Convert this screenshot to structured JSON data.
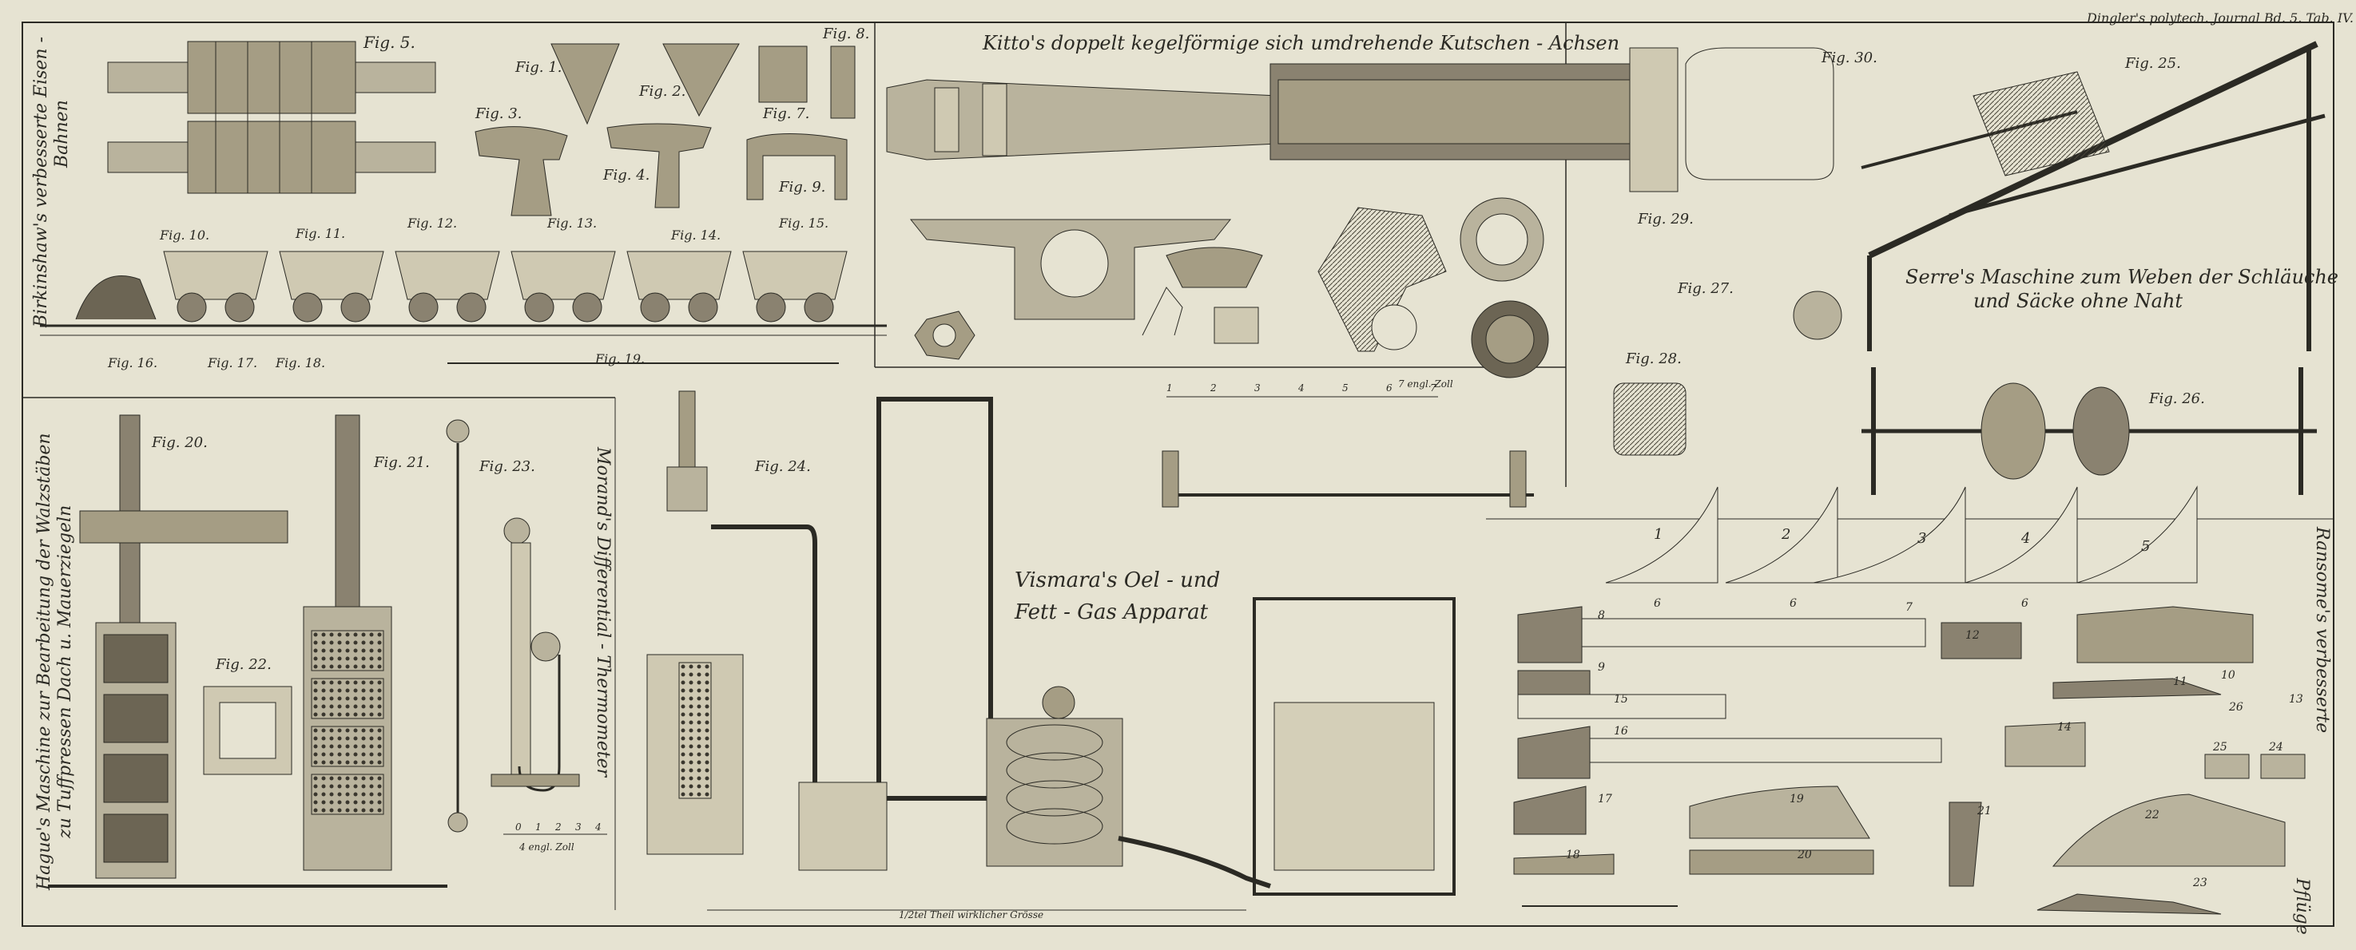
{
  "header": {
    "journal": "Dingler's polytech. Journal Bd. 5. Tab. IV."
  },
  "titles": {
    "kitto": "Kitto's doppelt kegelförmige sich umdrehende Kutschen - Achsen",
    "serre_line1": "Serre's Maschine zum Weben der Schläuche",
    "serre_line2": "und Säcke ohne Naht",
    "vismara_line1": "Vismara's Oel - und",
    "vismara_line2": "Fett - Gas Apparat",
    "morand": "Morand's Differential - Thermometer",
    "birkinshaw_line1": "Birkinshaw's verbesserte Eisen -",
    "birkinshaw_line2": "Bahnen",
    "hague_line1": "Hague's Maschine zur Bearbeitung der Walzstäben",
    "hague_line2": "zu Tuffpressen Dach u. Mauerziegeln",
    "ransome_line1": "Ransome's verbesserte",
    "ransome_line2": "Pflüge"
  },
  "figures": {
    "f1": "Fig. 1.",
    "f2": "Fig. 2.",
    "f3": "Fig. 3.",
    "f4": "Fig. 4.",
    "f5": "Fig. 5.",
    "f7": "Fig. 7.",
    "f8": "Fig. 8.",
    "f9": "Fig. 9.",
    "f10": "Fig. 10.",
    "f11": "Fig. 11.",
    "f12": "Fig. 12.",
    "f13": "Fig. 13.",
    "f14": "Fig. 14.",
    "f15": "Fig. 15.",
    "f16": "Fig. 16.",
    "f17": "Fig. 17.",
    "f18": "Fig. 18.",
    "f19": "Fig. 19.",
    "f20": "Fig. 20.",
    "f21": "Fig. 21.",
    "f22": "Fig. 22.",
    "f23": "Fig. 23.",
    "f24": "Fig. 24.",
    "f25": "Fig. 25.",
    "f26": "Fig. 26.",
    "f27": "Fig. 27.",
    "f28": "Fig. 28.",
    "f29": "Fig. 29.",
    "f30": "Fig. 30."
  },
  "scales": {
    "kitto": "7 engl. Zoll",
    "thermo": "4 engl. Zoll",
    "vismara": "1/2tel Theil wirklicher Grösse",
    "kitto_ticks": [
      "1",
      "2",
      "3",
      "4",
      "5",
      "6",
      "7"
    ],
    "thermo_ticks": [
      "0",
      "1",
      "2",
      "3",
      "4"
    ]
  },
  "plough": {
    "shares": [
      "1",
      "2",
      "3",
      "4",
      "5"
    ],
    "parts": [
      "6",
      "6",
      "7",
      "6",
      "8",
      "9",
      "10",
      "11",
      "12",
      "13",
      "14",
      "15",
      "16",
      "17",
      "18",
      "19",
      "20",
      "21",
      "22",
      "23",
      "24",
      "25",
      "26"
    ]
  },
  "colors": {
    "paper": "#e6e3d2",
    "ink": "#2b2a24",
    "shade": "#8a8270"
  }
}
